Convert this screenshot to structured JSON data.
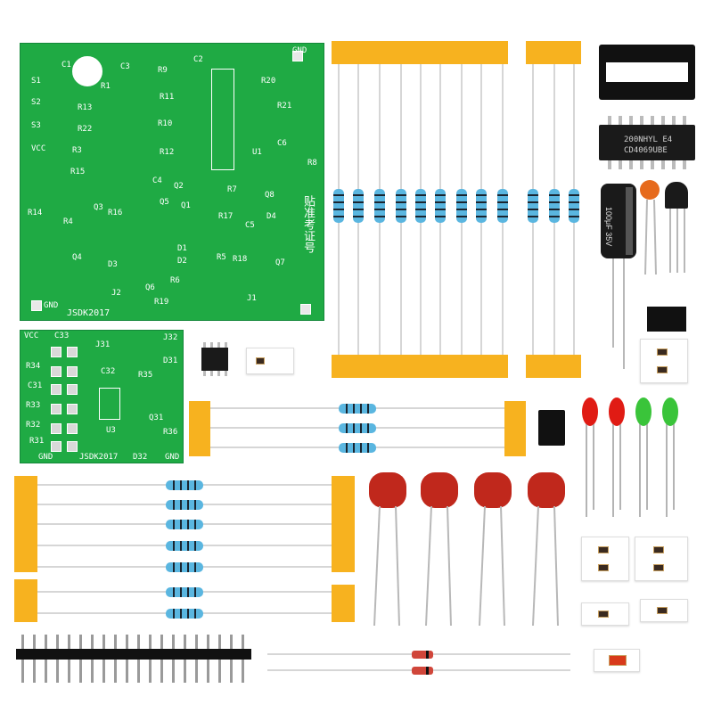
{
  "main_board": {
    "labels": [
      "C1",
      "C2",
      "C3",
      "R1",
      "R9",
      "R11",
      "R10",
      "R12",
      "R13",
      "R22",
      "R3",
      "R15",
      "R4",
      "R14",
      "R16",
      "R17",
      "R7",
      "R5",
      "R18",
      "R6",
      "R19",
      "R20",
      "R21",
      "R8",
      "C4",
      "C5",
      "C6",
      "Q1",
      "Q2",
      "Q3",
      "Q4",
      "Q5",
      "Q6",
      "Q7",
      "Q8",
      "D1",
      "D2",
      "D3",
      "D4",
      "U1",
      "J1",
      "J2",
      "S1",
      "S2",
      "S3",
      "VCC"
    ],
    "gnd_label": "GND",
    "vertical_text": "贴准考证号",
    "brand": "JSDK2017",
    "color": "#1faa44"
  },
  "sub_board": {
    "labels": [
      "VCC",
      "C33",
      "J31",
      "J32",
      "R34",
      "C32",
      "R35",
      "D31",
      "C31",
      "R33",
      "U3",
      "Q31",
      "R32",
      "R36",
      "R31",
      "D32"
    ],
    "gnd_label": "GND",
    "brand": "JSDK2017",
    "color": "#1faa44"
  },
  "ic_socket": {
    "pins": 16
  },
  "ic_chip": {
    "line1": "200NHYL E4",
    "line2": "CD4069UBE"
  },
  "electrolytic_capacitor": {
    "text": "100μF 35V",
    "color": "#1a1a1a"
  },
  "led_colors": [
    "#e01b14",
    "#e01b14",
    "#3ac43a",
    "#3ac43a"
  ],
  "film_capacitor_color": "#c0281c",
  "tape_color": "#f7b21f",
  "resistor_color": "#5ab6e0",
  "pin_header": {
    "pins": 20
  }
}
